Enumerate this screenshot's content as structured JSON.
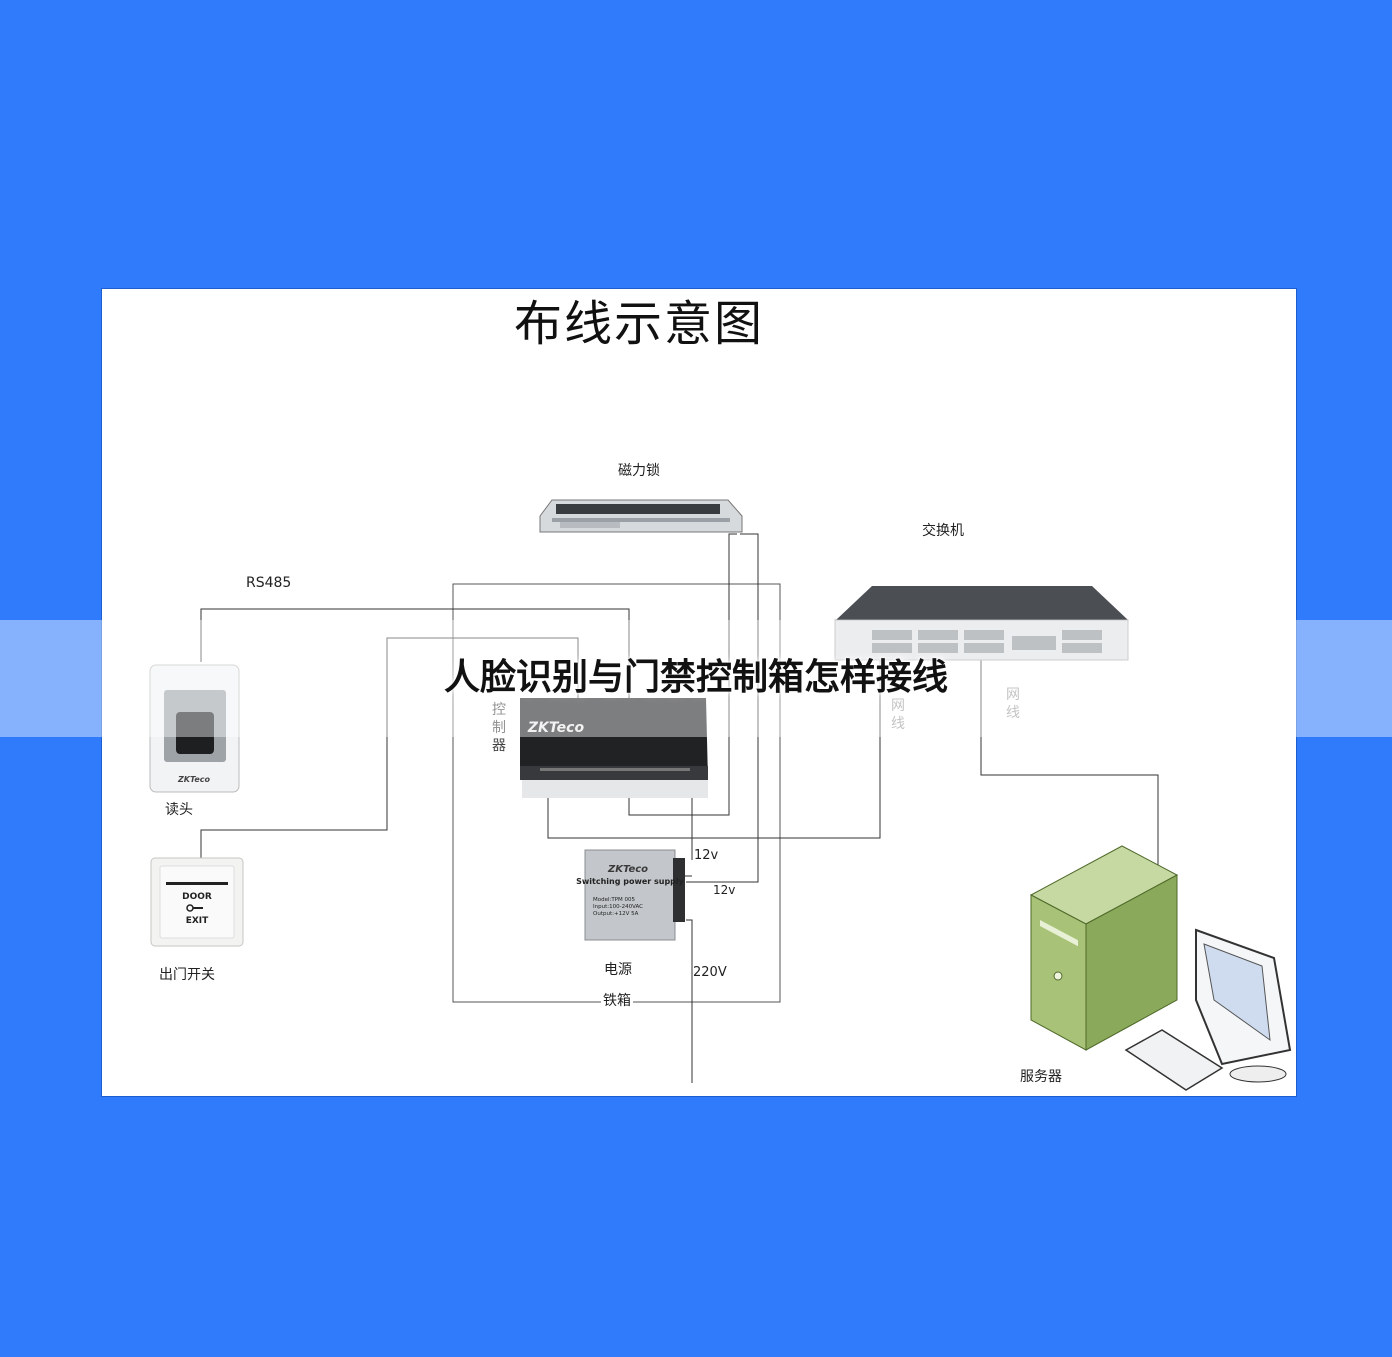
{
  "page_title": "人脸识别与门禁控制箱怎样接线",
  "diagram": {
    "title": "布线示意图",
    "labels": {
      "magnetic_lock": "磁力锁",
      "switch": "交换机",
      "rs485": "RS485",
      "reader": "读头",
      "controller": "控制器",
      "net_cable_1": "网线",
      "net_cable_2": "网线",
      "exit_button": "出门开关",
      "power_supply": "电源",
      "v12_a": "12v",
      "v12_b": "12v",
      "v220": "220V",
      "iron_box": "铁箱",
      "server": "服务器"
    },
    "device_text": {
      "reader_brand": "ZKTeco",
      "controller_brand": "ZKTeco",
      "power_brand": "ZKTeco",
      "power_heading": "Switching power supply",
      "power_model": "Model:TPM 005",
      "power_input": "Input:100-240VAC",
      "power_output": "Output:+12V   5A",
      "door_line1": "DOOR",
      "door_line2": "EXIT"
    }
  },
  "colors": {
    "background": "#2f7bfb",
    "panel": "#ffffff",
    "server_green": "#9bb95a",
    "wire": "#333333"
  }
}
